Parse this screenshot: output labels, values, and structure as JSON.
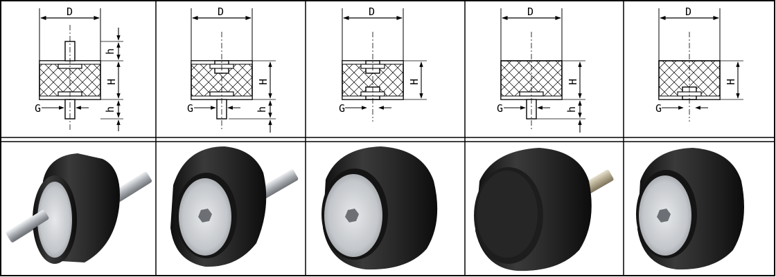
{
  "diagrams": [
    {
      "variant": "male-male",
      "labels": {
        "diameter": "D",
        "thread": "G",
        "height": "H",
        "stud_top": "h",
        "stud_bottom": "h"
      }
    },
    {
      "variant": "female-male",
      "labels": {
        "diameter": "D",
        "thread": "G",
        "height": "H",
        "stud_bottom": "h"
      }
    },
    {
      "variant": "female-female",
      "labels": {
        "diameter": "D",
        "thread": "G",
        "height": "H"
      }
    },
    {
      "variant": "plain-male",
      "labels": {
        "diameter": "D",
        "thread": "G",
        "height": "H",
        "stud_bottom": "h"
      }
    },
    {
      "variant": "plain-female",
      "labels": {
        "diameter": "D",
        "thread": "G",
        "height": "H"
      }
    }
  ],
  "photos": [
    {
      "variant": "male-male"
    },
    {
      "variant": "female-male"
    },
    {
      "variant": "female-female"
    },
    {
      "variant": "plain-male"
    },
    {
      "variant": "plain-female"
    }
  ],
  "colors": {
    "rubber": "#2b2b2b",
    "rubber_dark": "#161616",
    "metal": "#c9ccd0",
    "border": "#000000"
  }
}
